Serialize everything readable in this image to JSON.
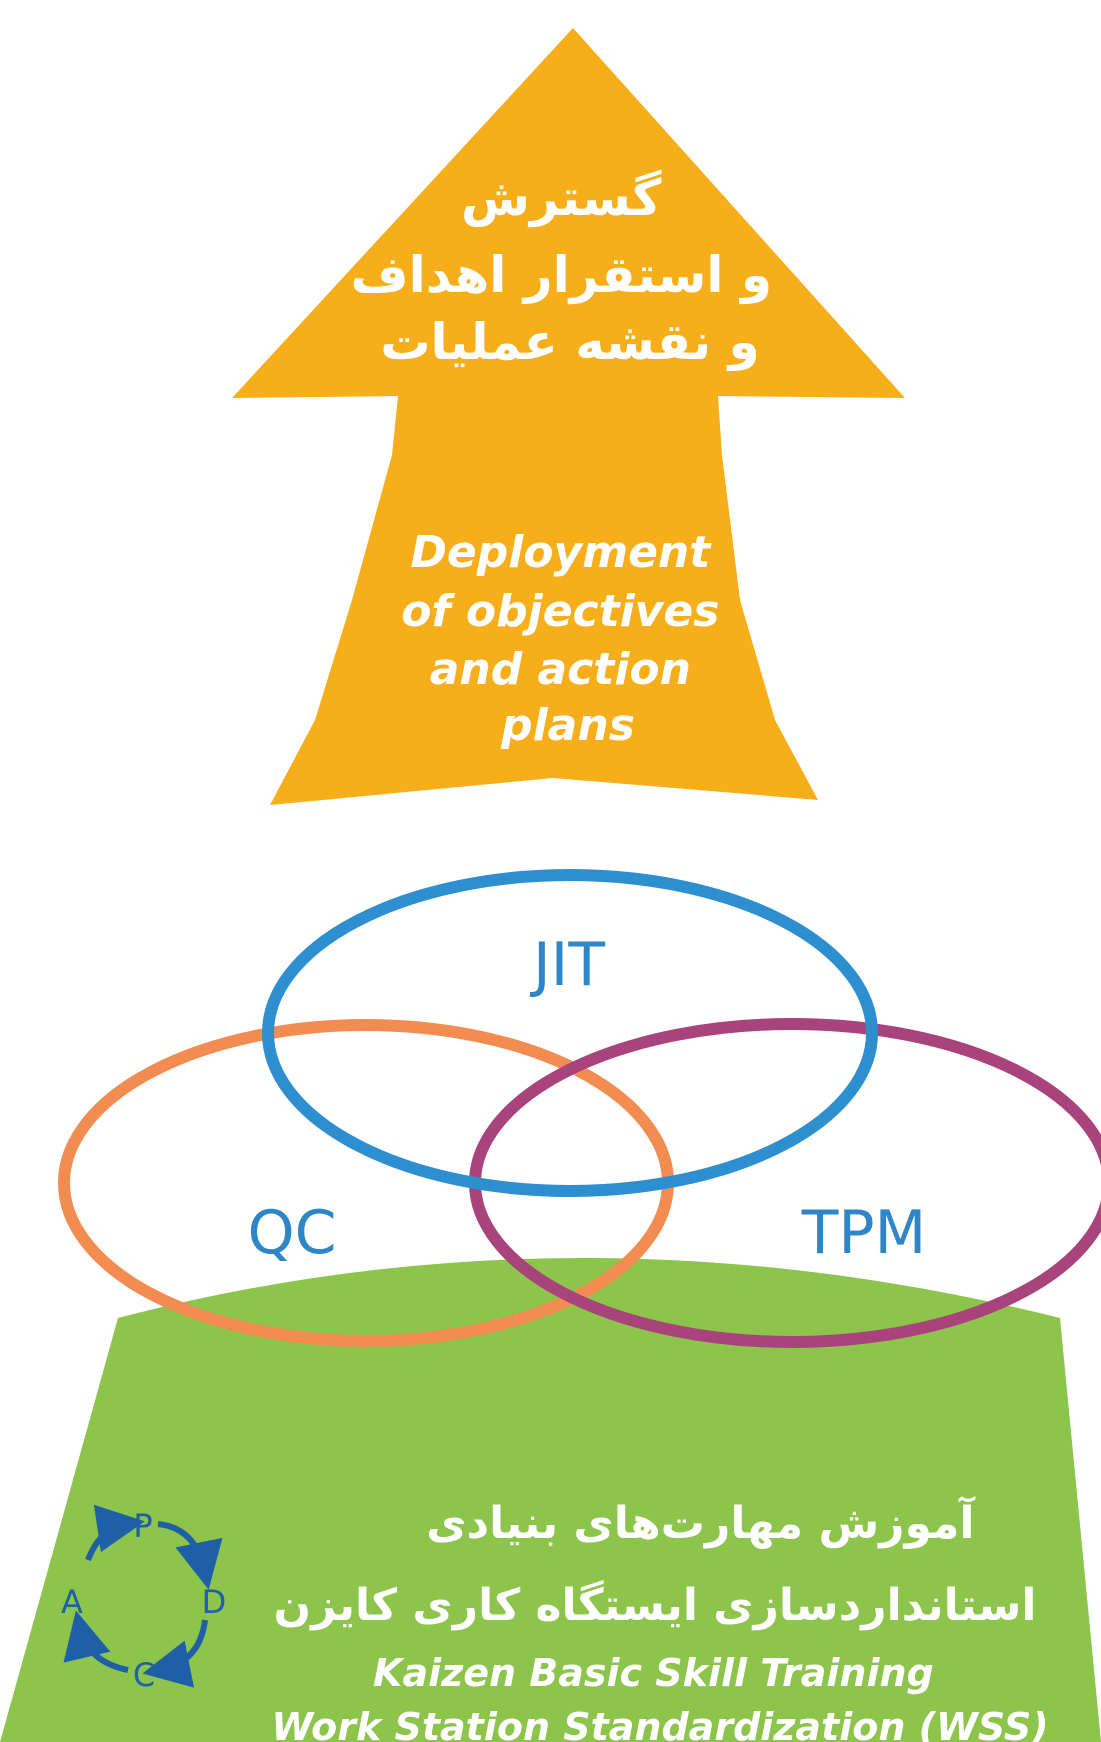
{
  "arrow": {
    "text_fa": [
      "گسترش",
      "و استقرار اهداف",
      "و نقشه عملیات"
    ],
    "text_en": [
      "Deployment",
      "of objectives",
      "and action",
      "plans"
    ],
    "color": "#f7ae1b"
  },
  "circles": {
    "jit": {
      "label": "JIT",
      "color": "#2e8fd0"
    },
    "qc": {
      "label": "QC",
      "color": "#f28c50"
    },
    "tpm": {
      "label": "TPM",
      "color": "#a8437c"
    },
    "label_color": "#2e86c8"
  },
  "base": {
    "color": "#8dc44b",
    "text_fa": [
      "آموزش مهارت‌های بنیادی",
      "استانداردسازی ایستگاه کاری کایزن"
    ],
    "text_en": [
      "Kaizen  Basic Skill Training",
      "Work Station Standardization (WSS)"
    ]
  },
  "pdca": {
    "letters": {
      "p": "P",
      "d": "D",
      "c": "C",
      "a": "A"
    },
    "color": "#1f5fa8"
  }
}
